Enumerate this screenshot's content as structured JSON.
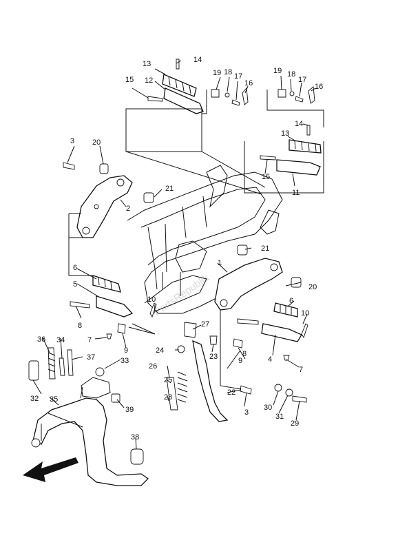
{
  "callouts": {
    "c1": "1",
    "c2": "2",
    "c3a": "3",
    "c3b": "3",
    "c4": "4",
    "c5": "5",
    "c6a": "6",
    "c6b": "6",
    "c7a": "7",
    "c7b": "7",
    "c8a": "8",
    "c8b": "8",
    "c9a": "9",
    "c9b": "9",
    "c10a": "10",
    "c10b": "10",
    "c11": "11",
    "c12": "12",
    "c13a": "13",
    "c13b": "13",
    "c14a": "14",
    "c14b": "14",
    "c15a": "15",
    "c15b": "15",
    "c16a": "16",
    "c16b": "16",
    "c17a": "17",
    "c17b": "17",
    "c18a": "18",
    "c18b": "18",
    "c19a": "19",
    "c19b": "19",
    "c20a": "20",
    "c20b": "20",
    "c21a": "21",
    "c21b": "21",
    "c22": "22",
    "c23": "23",
    "c24": "24",
    "c25": "25",
    "c26": "26",
    "c27": "27",
    "c28": "28",
    "c29": "29",
    "c30": "30",
    "c31": "31",
    "c32": "32",
    "c33": "33",
    "c34": "34",
    "c35": "35",
    "c36": "36",
    "c37": "37",
    "c38": "38",
    "c39": "39"
  },
  "watermark": "PartsRepublik",
  "icons": {
    "direction_arrow": "front-direction-arrow-icon"
  }
}
